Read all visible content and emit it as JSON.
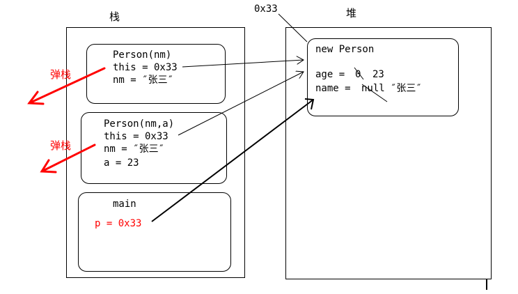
{
  "labels": {
    "stack": "栈",
    "heap": "堆",
    "address_top": "0x33",
    "pop_1": "弹栈",
    "pop_2": "弹栈"
  },
  "frames": {
    "person_nm": {
      "title": "Person(nm)",
      "this_line": "this = 0x33",
      "nm_line": "nm = ″张三″"
    },
    "person_nm_a": {
      "title": "Person(nm,a)",
      "this_line": "this = 0x33",
      "nm_line": "nm = ″张三″",
      "a_line": "a = 23"
    },
    "main": {
      "title": "main",
      "p_line": "p = 0x33"
    }
  },
  "heap_object": {
    "title": "new Person",
    "age_label": "age = ",
    "age_old": "0",
    "age_new": "23",
    "name_label": "name = ",
    "name_old": "null",
    "name_new": "″张三″"
  },
  "colors": {
    "line": "#000000",
    "red": "#ff0000",
    "background": "#ffffff"
  }
}
